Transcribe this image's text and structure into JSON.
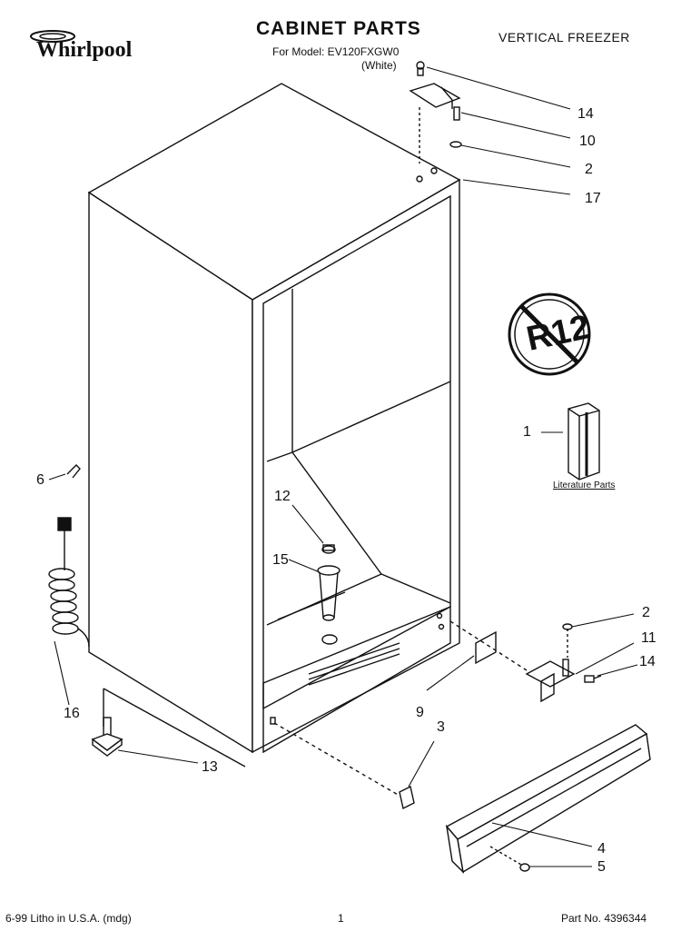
{
  "brand": {
    "name": "Whirlpool"
  },
  "header": {
    "title": "CABINET PARTS",
    "model_line": "For Model: EV120FXGW0",
    "color_line": "(White)",
    "category": "VERTICAL FREEZER"
  },
  "badge": {
    "text": "R12"
  },
  "literature": {
    "label": "Literature Parts"
  },
  "callouts": [
    {
      "id": "c14a",
      "label": "14"
    },
    {
      "id": "c10",
      "label": "10"
    },
    {
      "id": "c2a",
      "label": "2"
    },
    {
      "id": "c17",
      "label": "17"
    },
    {
      "id": "c1",
      "label": "1"
    },
    {
      "id": "c6",
      "label": "6"
    },
    {
      "id": "c12",
      "label": "12"
    },
    {
      "id": "c15",
      "label": "15"
    },
    {
      "id": "c2b",
      "label": "2"
    },
    {
      "id": "c11",
      "label": "11"
    },
    {
      "id": "c14b",
      "label": "14"
    },
    {
      "id": "c16",
      "label": "16"
    },
    {
      "id": "c9",
      "label": "9"
    },
    {
      "id": "c3",
      "label": "3"
    },
    {
      "id": "c13",
      "label": "13"
    },
    {
      "id": "c4",
      "label": "4"
    },
    {
      "id": "c5",
      "label": "5"
    }
  ],
  "footer": {
    "left": "6-99 Litho in U.S.A. (mdg)",
    "center": "1",
    "right": "Part No. 4396344"
  }
}
